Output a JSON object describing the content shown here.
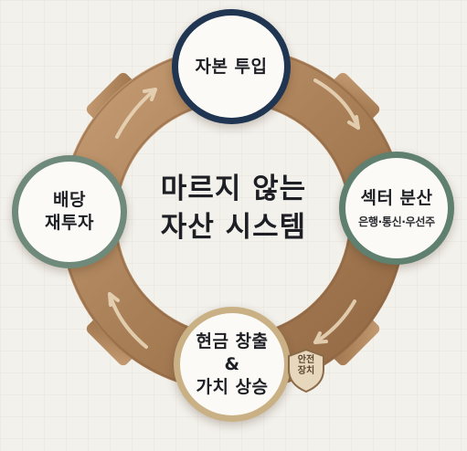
{
  "diagram": {
    "center_title": [
      "마르지 않는",
      "자산 시스템"
    ],
    "nodes": {
      "top": {
        "label": "자본 투입"
      },
      "right": {
        "label": "섹터 분산",
        "sub": "은행·통신·우선주"
      },
      "bottom": {
        "line1": "현금 창출",
        "line2": "&",
        "line3": "가치 상승"
      },
      "left": {
        "line1": "배당",
        "line2": "재투자"
      }
    },
    "badge": {
      "line1": "안전",
      "line2": "장치"
    },
    "colors": {
      "gear": "#b08a62",
      "top_border": "#1f3552",
      "side_border": "#6f8a7a",
      "bottom_border": "#c9b185"
    }
  }
}
